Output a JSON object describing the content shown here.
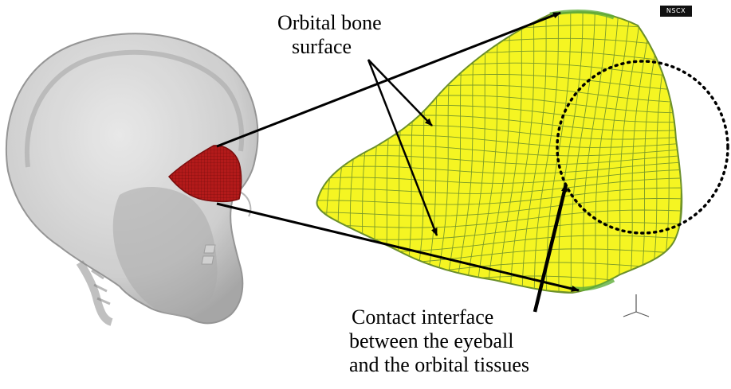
{
  "labels": {
    "orbital_line1": "Orbital bone",
    "orbital_line2": "surface",
    "contact_line1": "Contact interface",
    "contact_line2": "between the eyeball",
    "contact_line3": "and the orbital tissues"
  },
  "logo": {
    "text": "NSCX"
  },
  "colors": {
    "mesh_fill": "#f5f522",
    "mesh_lines": "#7a9a2a",
    "orbit_red": "#b01818",
    "skull_gray": "#bdbdbd",
    "arrows": "#000000"
  }
}
